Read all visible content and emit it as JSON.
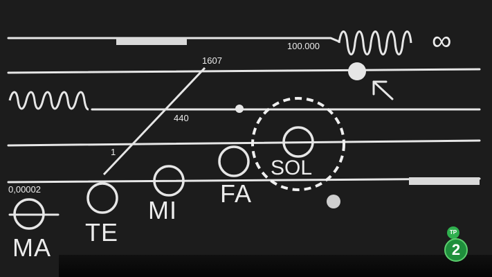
{
  "staff": {
    "top_value": "100.000",
    "infinity": "∞",
    "diag_top": "1607",
    "diag_mid": "440",
    "diag_low": "1",
    "min_value": "0,00002"
  },
  "notes": {
    "ma": "MA",
    "te": "TE",
    "mi": "MI",
    "fa": "FA",
    "sol": "SOL"
  },
  "logo": {
    "tp": "TP",
    "channel": "2"
  },
  "colors": {
    "background": "#1c1c1c",
    "ink": "#ececec",
    "logo_green": "#1f8f3c"
  }
}
